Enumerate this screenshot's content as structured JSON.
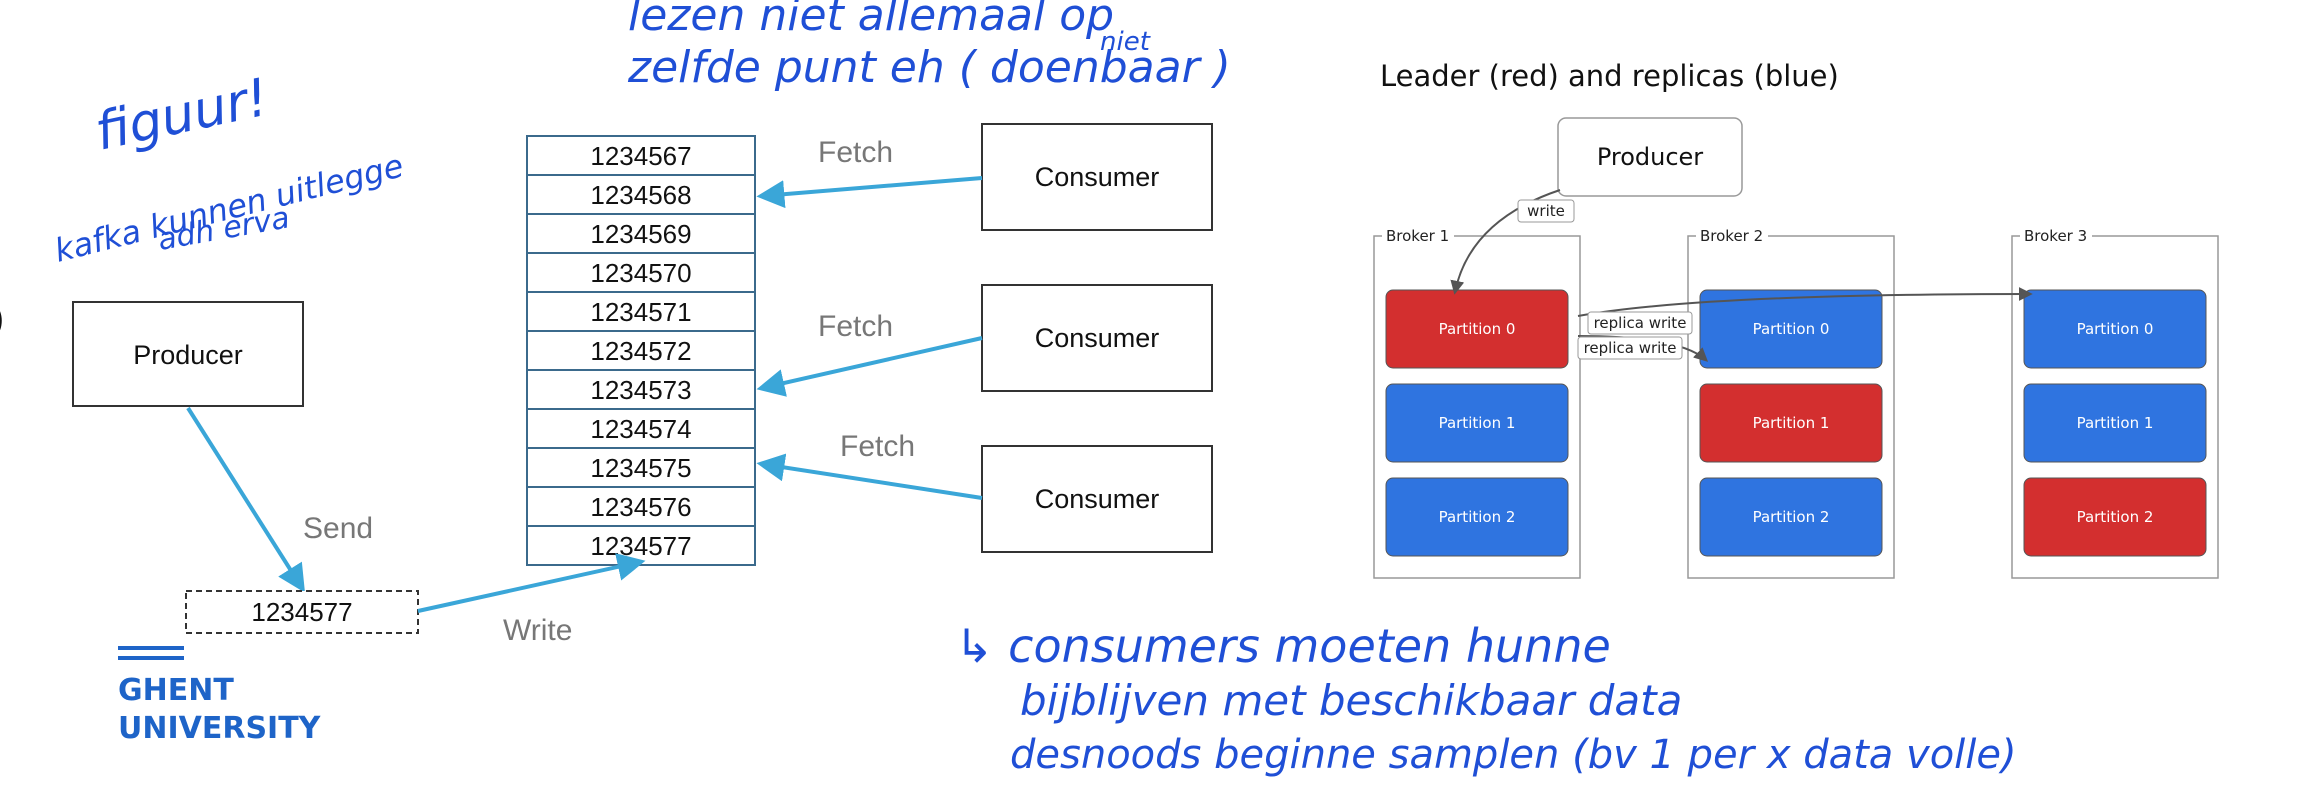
{
  "annotations": {
    "top_line1": "lezen niet allemaal op",
    "top_line1_insert": "niet",
    "top_line2": "zelfde punt eh ( doenbaar )",
    "left_line1": "figuur!",
    "left_line2": "kafka kunnen uitlegge",
    "left_line3": "adh erva",
    "bottom_line1": "↳ consumers moeten hunne",
    "bottom_line2": "bijblijven met beschikbaar data",
    "bottom_line3": "desnoods beginne samplen (bv 1 per x data volle)"
  },
  "left_diagram": {
    "producer_label": "Producer",
    "consumer_labels": [
      "Consumer",
      "Consumer",
      "Consumer"
    ],
    "log_entries": [
      "1234567",
      "1234568",
      "1234569",
      "1234570",
      "1234571",
      "1234572",
      "1234573",
      "1234574",
      "1234575",
      "1234576",
      "1234577"
    ],
    "fetch_labels": [
      "Fetch",
      "Fetch",
      "Fetch"
    ],
    "send_label": "Send",
    "write_label": "Write",
    "pending_message": "1234577"
  },
  "right_diagram": {
    "title": "Leader (red) and replicas (blue)",
    "producer_label": "Producer",
    "write_label": "write",
    "replica_write_labels": [
      "replica write",
      "replica write"
    ],
    "brokers": [
      {
        "name": "Broker 1",
        "partitions": [
          {
            "label": "Partition 0",
            "color": "#d32f2f"
          },
          {
            "label": "Partition 1",
            "color": "#2f74e0"
          },
          {
            "label": "Partition 2",
            "color": "#2f74e0"
          }
        ]
      },
      {
        "name": "Broker 2",
        "partitions": [
          {
            "label": "Partition 0",
            "color": "#2f74e0"
          },
          {
            "label": "Partition 1",
            "color": "#d32f2f"
          },
          {
            "label": "Partition 2",
            "color": "#2f74e0"
          }
        ]
      },
      {
        "name": "Broker 3",
        "partitions": [
          {
            "label": "Partition 0",
            "color": "#2f74e0"
          },
          {
            "label": "Partition 1",
            "color": "#2f74e0"
          },
          {
            "label": "Partition 2",
            "color": "#d32f2f"
          }
        ]
      }
    ]
  },
  "logo": {
    "line1": "GHENT",
    "line2": "UNIVERSITY",
    "color": "#1e64c8"
  },
  "colors": {
    "arrow": "#3aa6d8",
    "leader": "#d32f2f",
    "replica": "#2f74e0",
    "ink": "#1f4fd6"
  }
}
